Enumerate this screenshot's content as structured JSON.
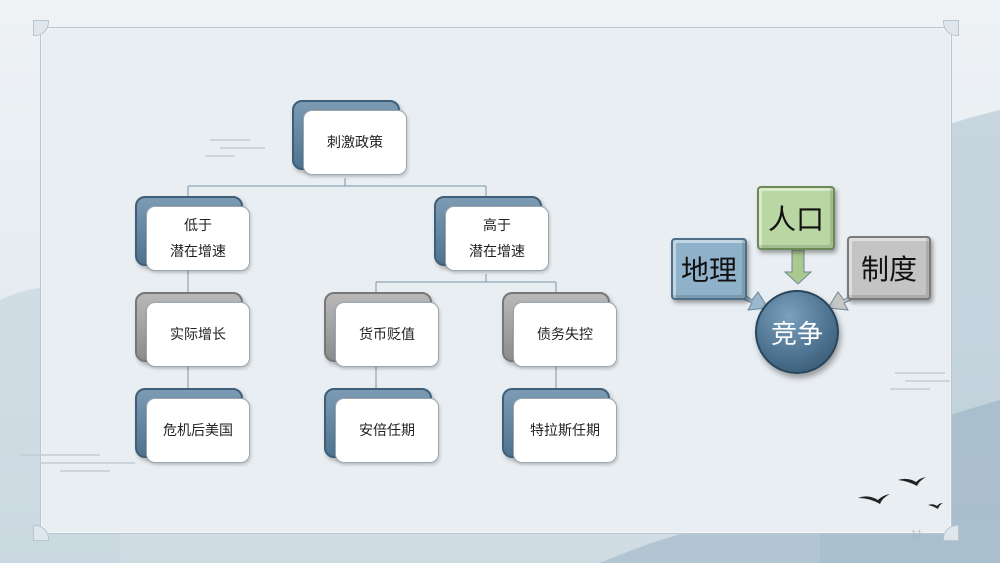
{
  "colors": {
    "accent_blue": "#4f7390",
    "accent_gray": "#8c8c8c",
    "box_blue": "#8fb1c9",
    "box_green": "#b9d7a3",
    "box_gray": "#c4c4c4"
  },
  "tree": {
    "root": "刺激政策",
    "left": {
      "line1": "低于",
      "line2": "潜在增速"
    },
    "right": {
      "line1": "高于",
      "line2": "潜在增速"
    },
    "left_child": "实际增长",
    "left_grandchild": "危机后美国",
    "mid_child": "货币贬值",
    "mid_grandchild": "安倍任期",
    "right_child": "债务失控",
    "right_grandchild": "特拉斯任期"
  },
  "factors": {
    "top": "人口",
    "left": "地理",
    "right": "制度",
    "center": "竞争"
  },
  "page_number": "11"
}
